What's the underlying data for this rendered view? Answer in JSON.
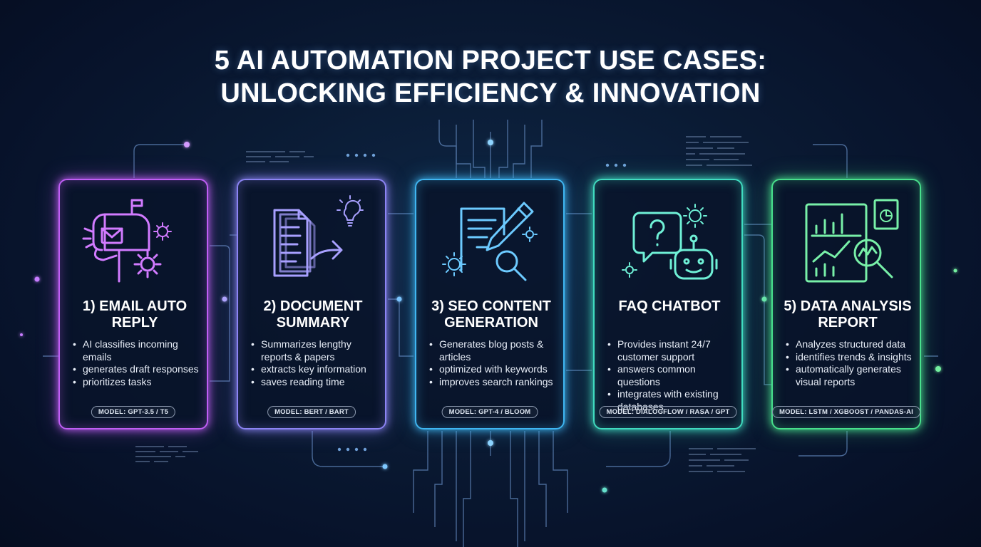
{
  "title": {
    "line1": "5 AI AUTOMATION PROJECT USE CASES:",
    "line2": "UNLOCKING EFFICIENCY & INNOVATION"
  },
  "colors": {
    "background": "#07122a",
    "circuit": "#5f84b8",
    "card1": "#c05ef5",
    "card2": "#8c84f4",
    "card3": "#3fb6f2",
    "card4": "#40dcc0",
    "card5": "#48e08c"
  },
  "cards": [
    {
      "icon": "mailbox-gears-icon",
      "title": "1) EMAIL AUTO REPLY",
      "bullets": [
        "AI classifies incoming emails",
        "generates draft responses",
        "prioritizes tasks"
      ],
      "model": "MODEL: GPT-3.5 / T5"
    },
    {
      "icon": "documents-arrow-lightbulb-icon",
      "title": "2) DOCUMENT SUMMARY",
      "bullets": [
        "Summarizes lengthy reports & papers",
        "extracts key information",
        "saves reading time"
      ],
      "model": "MODEL: BERT / BART"
    },
    {
      "icon": "document-pen-magnifier-icon",
      "title": "3) SEO CONTENT GENERATION",
      "bullets": [
        "Generates blog posts & articles",
        "optimized with keywords",
        "improves search rankings"
      ],
      "model": "MODEL: GPT-4 / BLOOM"
    },
    {
      "icon": "chat-bubble-robot-icon",
      "title": "FAQ CHATBOT",
      "bullets": [
        "Provides instant 24/7 customer support",
        "answers common questions",
        "integrates with existing databases"
      ],
      "model": "MODEL: DIALOGFLOW / RASA / GPT"
    },
    {
      "icon": "charts-magnifier-icon",
      "title": "5) DATA ANALYSIS REPORT",
      "bullets": [
        "Analyzes structured data",
        "identifies trends & insights",
        "automatically generates visual reports"
      ],
      "model": "MODEL: LSTM / XGBOOST / PANDAS-AI"
    }
  ]
}
